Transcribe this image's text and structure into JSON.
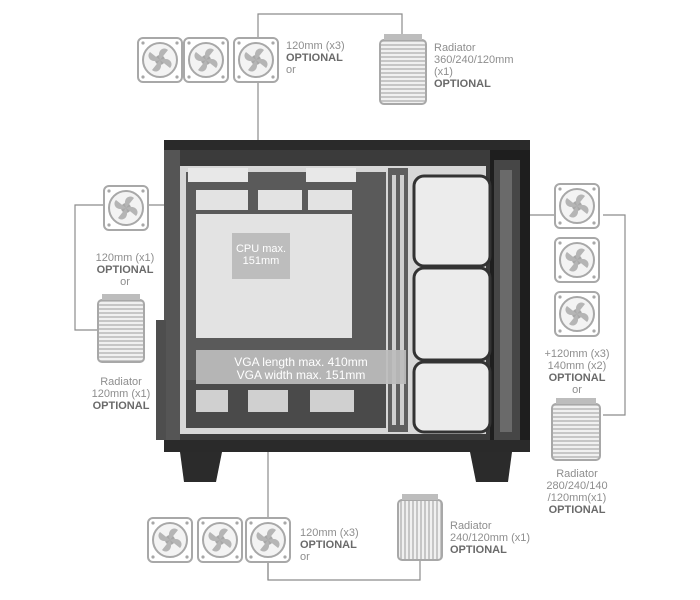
{
  "labels": {
    "top_fans": {
      "line1": "120mm (x3)",
      "line2": "OPTIONAL",
      "line3": "or"
    },
    "top_radiator": {
      "line1": "Radiator",
      "line2": "360/240/120mm",
      "line3": "(x1)",
      "line4": "OPTIONAL"
    },
    "rear_fan": {
      "line1": "120mm (x1)",
      "line2": "OPTIONAL",
      "line3": "or"
    },
    "rear_radiator": {
      "line1": "Radiator",
      "line2": "120mm (x1)",
      "line3": "OPTIONAL"
    },
    "front_fans": {
      "line1": "+120mm (x3)",
      "line2": "140mm (x2)",
      "line3": "OPTIONAL",
      "line4": "or"
    },
    "front_radiator": {
      "line1": "Radiator",
      "line2": "280/240/140",
      "line3": "/120mm(x1)",
      "line4": "OPTIONAL"
    },
    "bottom_fans": {
      "line1": "120mm (x3)",
      "line2": "OPTIONAL",
      "line3": "or"
    },
    "bottom_radiator": {
      "line1": "Radiator",
      "line2": "240/120mm (x1)",
      "line3": "OPTIONAL"
    }
  },
  "overlays": {
    "cpu": {
      "line1": "CPU max.",
      "line2": "151mm"
    },
    "vga": {
      "line1": "VGA length max. 410mm",
      "line2": "VGA width max. 151mm"
    }
  },
  "colors": {
    "line": "#8c8c8c",
    "case_dark": "#2a2a2a",
    "component": "#bdbdbd"
  }
}
